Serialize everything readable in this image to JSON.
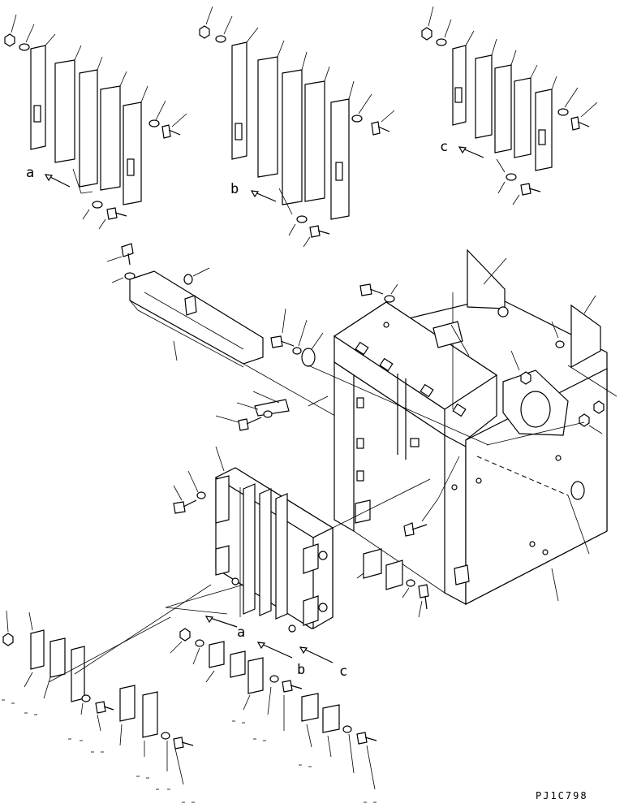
{
  "diagram": {
    "drawing_code": "PJ1C798",
    "view_labels": {
      "top_left": "a",
      "top_middle": "b",
      "top_right": "c",
      "bottom_a": "a",
      "bottom_b": "b",
      "bottom_c": "c"
    },
    "icons": [
      "bolt-icon",
      "washer-icon",
      "nut-icon",
      "shim-plate-icon",
      "arrow-icon"
    ]
  }
}
